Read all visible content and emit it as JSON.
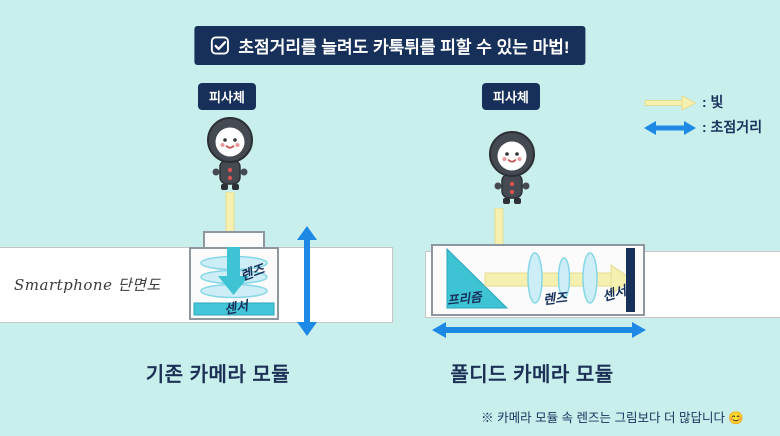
{
  "banner": {
    "text": "초점거리를 늘려도 카툭튀를 피할 수 있는 마법!"
  },
  "legend": {
    "light_label": ": 빛",
    "focal_label": ": 초점거리"
  },
  "left_diagram": {
    "subject_label": "피사체",
    "cross_section_label": "Smartphone 단면도",
    "lens_label": "렌즈",
    "sensor_label": "센서",
    "caption": "기존 카메라 모듈"
  },
  "right_diagram": {
    "subject_label": "피사체",
    "prism_label": "프리즘",
    "lens_label": "렌즈",
    "sensor_label": "센서",
    "caption": "폴디드 카메라 모듈"
  },
  "footnote": "※ 카메라 모듈 속 렌즈는 그림보다 더 많답니다 😊",
  "colors": {
    "background": "#c9efec",
    "banner_bg": "#17305a",
    "light_ray_yellow": "#f6f0b0",
    "focal_blue": "#1e88e5",
    "optics_teal": "#3ec3d4",
    "sensor_navy": "#17305a"
  }
}
